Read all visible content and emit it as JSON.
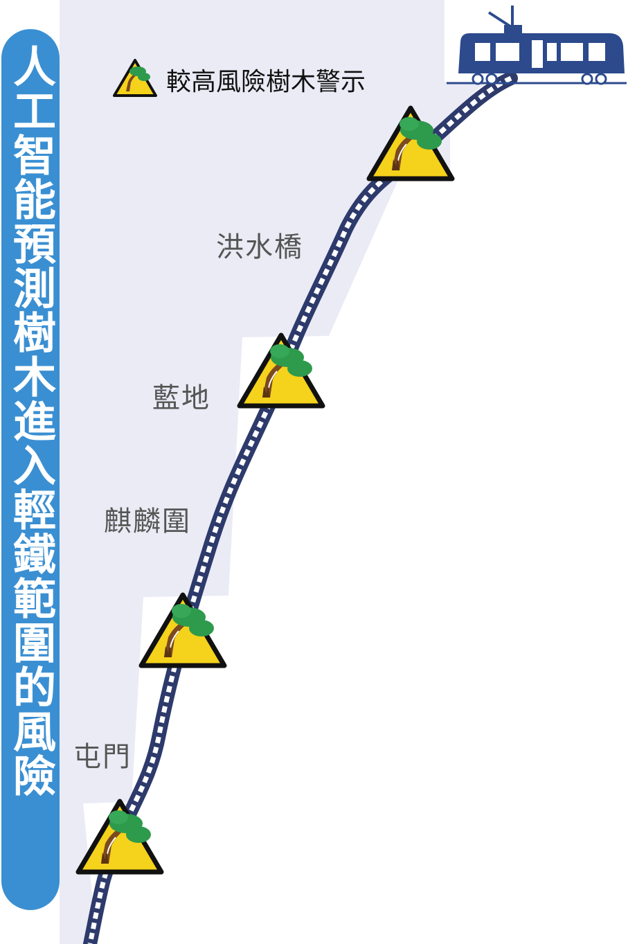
{
  "title": "人工智能預測樹木進入輕鐵範圍的風險",
  "legend": {
    "label": "較高風險樹木警示",
    "icon": "fallen-tree-warning-icon"
  },
  "stations": [
    {
      "name": "洪水橋"
    },
    {
      "name": "藍地"
    },
    {
      "name": "麒麟圍"
    },
    {
      "name": "屯門"
    }
  ],
  "colors": {
    "title_bar": "#3a8fd2",
    "panel_bg": "#ebebf6",
    "track": "#2d3a6b",
    "tram": "#2c4a8c",
    "sign_fill": "#f5d21b",
    "foliage": "#2e9a4c",
    "trunk": "#8a5a2b"
  },
  "icons": {
    "tram": "light-rail-tram-icon",
    "warning": "fallen-tree-warning-icon"
  }
}
